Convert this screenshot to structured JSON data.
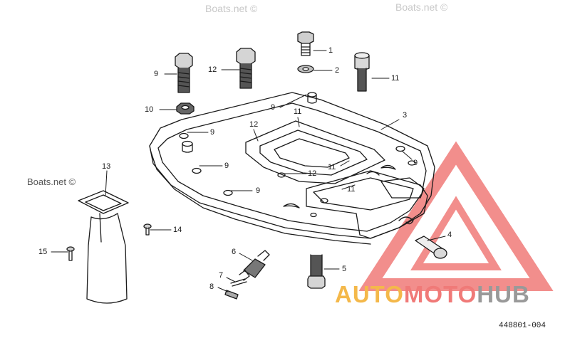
{
  "callouts": {
    "c1": "1",
    "c2": "2",
    "c3": "3",
    "c4": "4",
    "c5": "5",
    "c6": "6",
    "c7": "7",
    "c8": "8",
    "c9a": "9",
    "c9b": "9",
    "c9c": "9",
    "c9d": "9",
    "c9e": "9",
    "c9f": "9",
    "c10": "10",
    "c11a": "11",
    "c11b": "11",
    "c11c": "11",
    "c11d": "11",
    "c12a": "12",
    "c12b": "12",
    "c12c": "12",
    "c13": "13",
    "c14": "14",
    "c15": "15"
  },
  "watermarks": {
    "w1": "Boats.net ©",
    "w2": "Boats.net ©",
    "w3": "Boats.net ©"
  },
  "brand": {
    "part1": "AUTO",
    "part2": "MOTO",
    "part3": "HUB"
  },
  "part_number": "448801-004",
  "colors": {
    "line": "#1a1a1a",
    "watermark_red": "#f07a78",
    "watermark_orange": "#f4b84a",
    "watermark_gray": "#999999"
  }
}
